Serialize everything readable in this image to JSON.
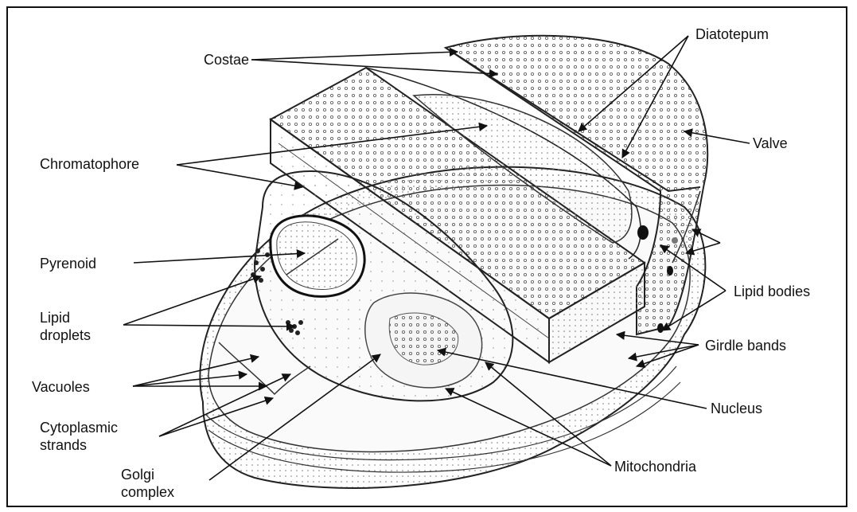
{
  "labels": {
    "costae": "Costae",
    "diatotepum": "Diatotepum",
    "chromatophore": "Chromatophore",
    "valve": "Valve",
    "pyrenoid": "Pyrenoid",
    "lipid_bodies": "Lipid bodies",
    "lipid_droplets_line1": "Lipid",
    "lipid_droplets_line2": "droplets",
    "girdle_bands": "Girdle bands",
    "vacuoles": "Vacuoles",
    "nucleus": "Nucleus",
    "cytoplasmic_strands_line1": "Cytoplasmic",
    "cytoplasmic_strands_line2": "strands",
    "golgi_line1": "Golgi",
    "golgi_line2": "complex",
    "mitochondria": "Mitochondria"
  }
}
